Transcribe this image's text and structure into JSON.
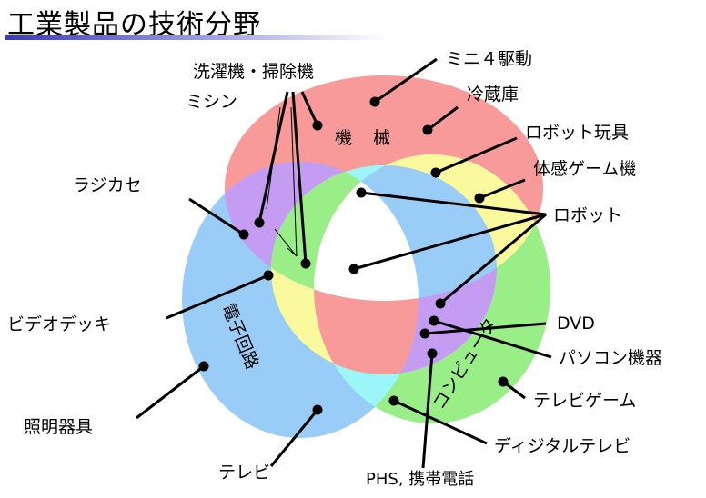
{
  "title": "工業製品の技術分野",
  "rings": {
    "mechanical": {
      "label_1": "機",
      "label_2": "械",
      "color": "#f99a9a"
    },
    "electronic": {
      "label": "電子回路",
      "color": "#99ccf6"
    },
    "computer": {
      "label": "コンピュータ",
      "color": "#99ee88"
    }
  },
  "overlap_colors": {
    "mechanical_electronic": "#c49cf1",
    "mechanical_computer": "#fbf99e",
    "electronic_computer": "#9cf5f9"
  },
  "labels": {
    "washer_cleaner": "洗濯機・掃除機",
    "sewing": "ミシン",
    "mini4wd": "ミニ４駆動",
    "fridge": "冷蔵庫",
    "robot_toy": "ロボット玩具",
    "body_game": "体感ゲーム機",
    "radio_cassette": "ラジカセ",
    "robot": "ロボット",
    "video_deck": "ビデオデッキ",
    "dvd": "DVD",
    "pc_devices": "パソコン機器",
    "lighting": "照明器具",
    "tv_game": "テレビゲーム",
    "digital_tv": "ディジタルテレビ",
    "tv": "テレビ",
    "phs_phone": "PHS, 携帯電話"
  }
}
